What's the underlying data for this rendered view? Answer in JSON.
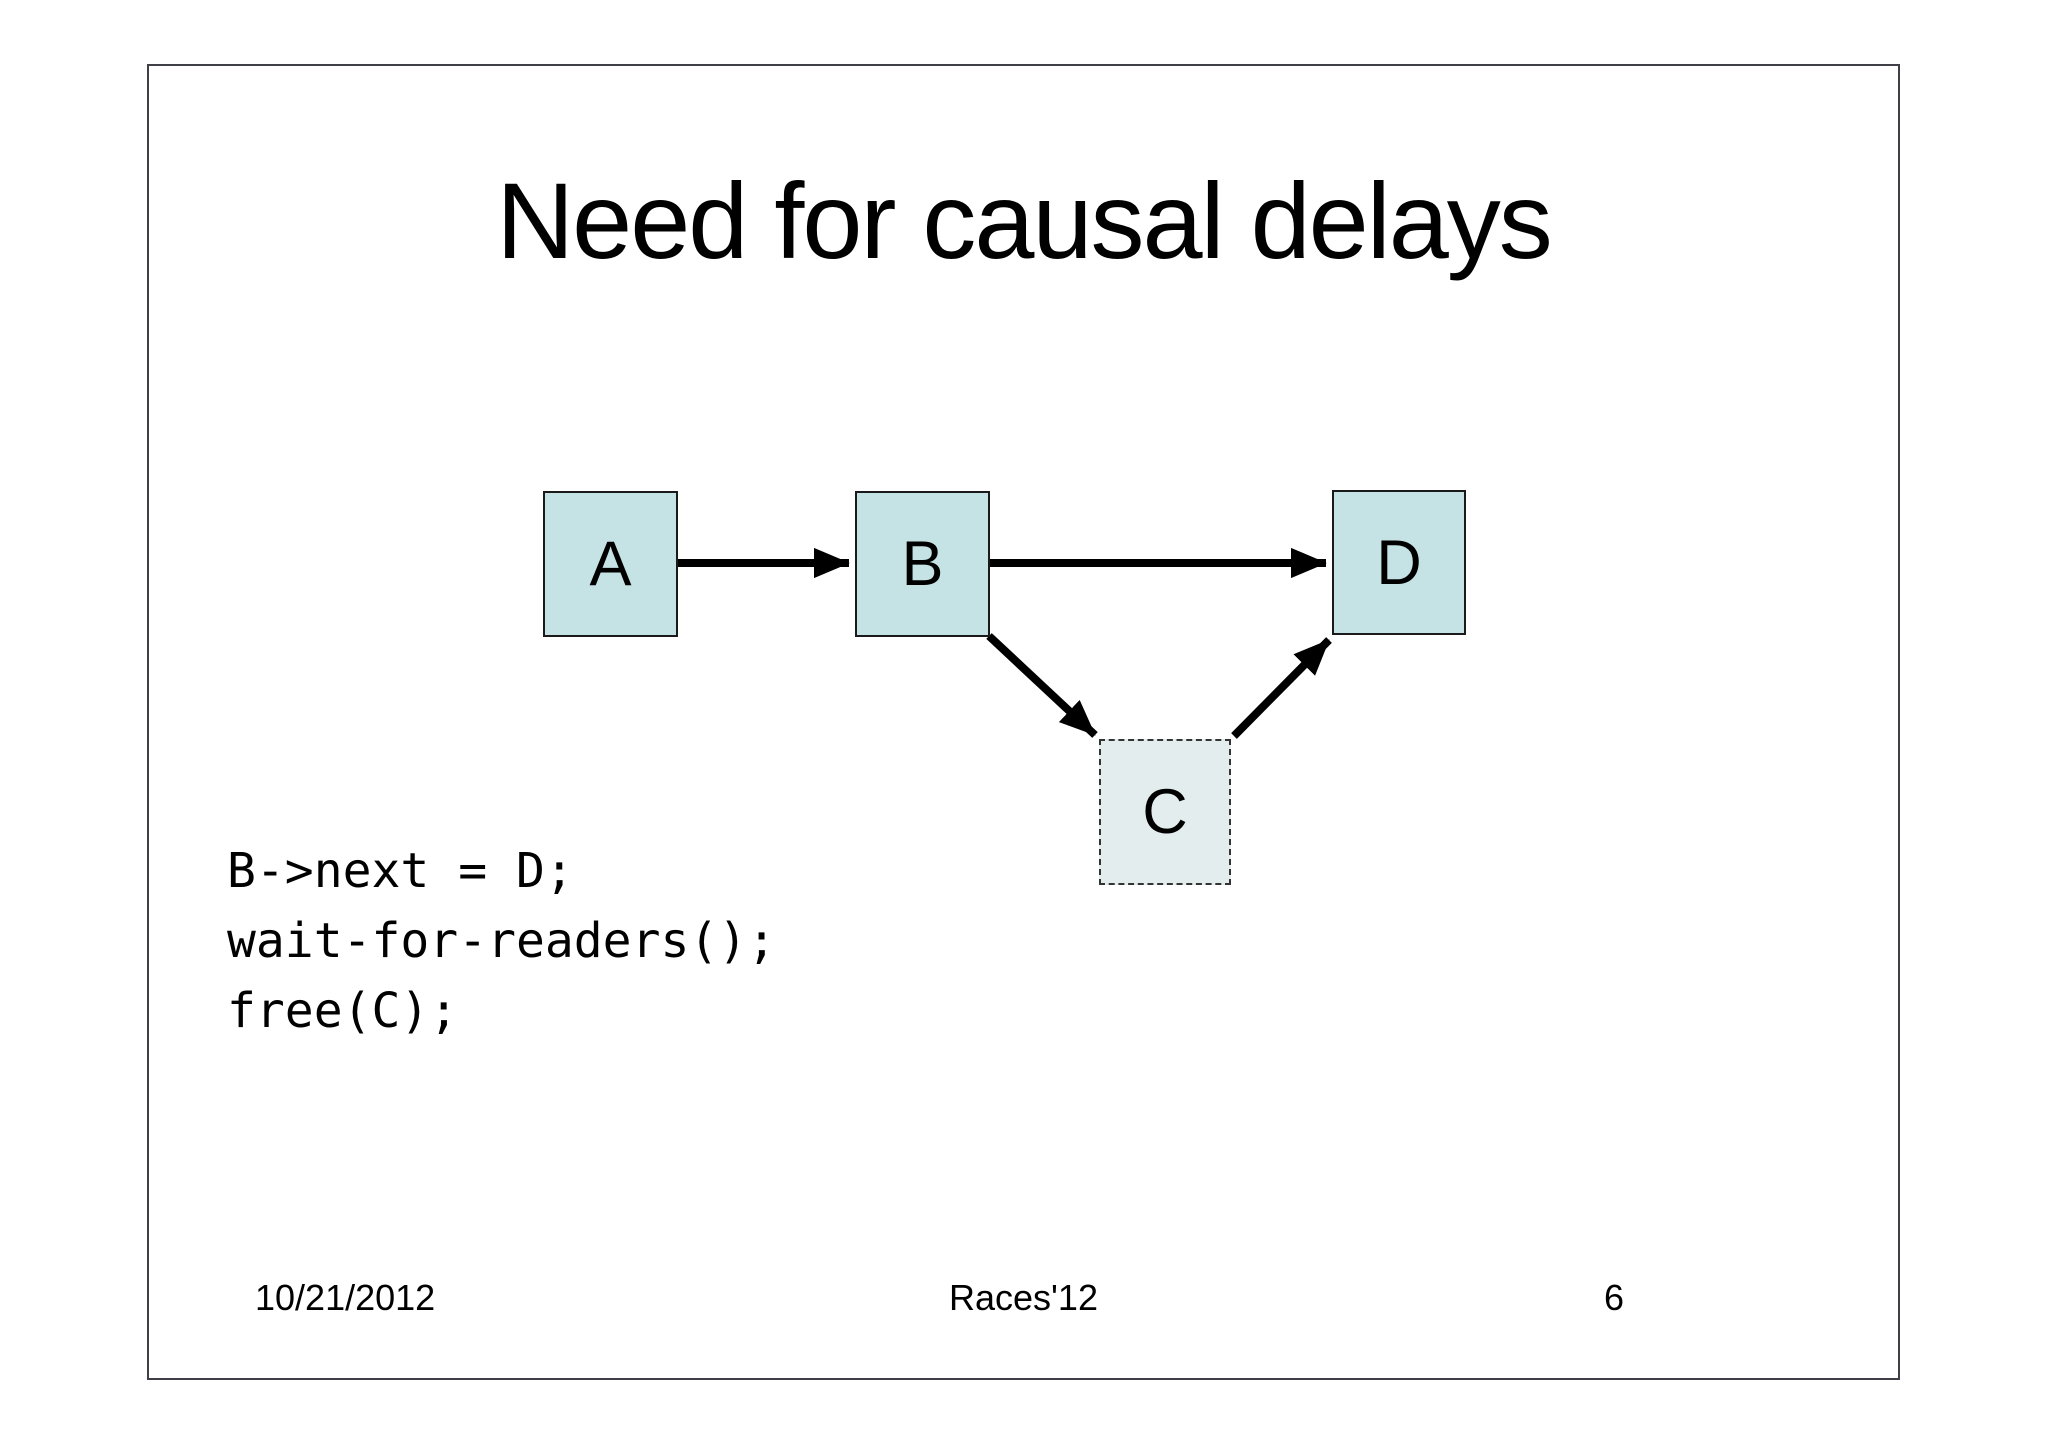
{
  "slide": {
    "title": "Need for causal delays",
    "diagram": {
      "nodes": [
        {
          "id": "A",
          "label": "A",
          "style": "solid"
        },
        {
          "id": "B",
          "label": "B",
          "style": "solid"
        },
        {
          "id": "C",
          "label": "C",
          "style": "dashed"
        },
        {
          "id": "D",
          "label": "D",
          "style": "solid"
        }
      ],
      "edges": [
        {
          "from": "A",
          "to": "B"
        },
        {
          "from": "B",
          "to": "D"
        },
        {
          "from": "B",
          "to": "C"
        },
        {
          "from": "C",
          "to": "D"
        }
      ]
    },
    "code": {
      "line1": "B->next = D;",
      "line2": "wait-for-readers();",
      "line3": "free(C);"
    },
    "footer": {
      "date": "10/21/2012",
      "venue": "Races'12",
      "page": "6"
    },
    "colors": {
      "node_fill": "#c5e2e4",
      "node_fill_dashed": "#e4edee",
      "node_border": "#1a1a1a",
      "arrow": "#000000"
    }
  }
}
